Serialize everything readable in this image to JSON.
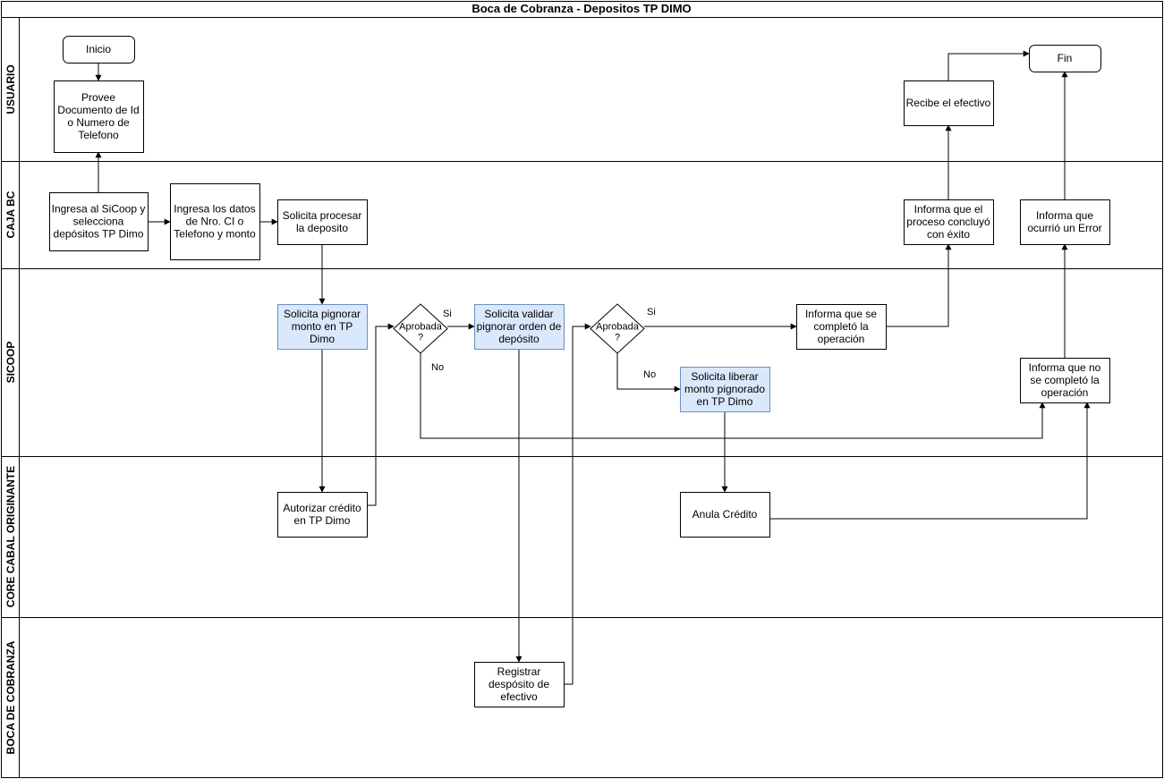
{
  "title": "Boca de Cobranza - Depositos TP DIMO",
  "colors": {
    "stroke": "#000000",
    "highlight_fill": "#dae8fc",
    "highlight_stroke": "#6c8ebf",
    "background": "#ffffff"
  },
  "lanes": [
    {
      "id": "usuario",
      "label": "USUARIO"
    },
    {
      "id": "caja_bc",
      "label": "CAJA BC"
    },
    {
      "id": "sicoop",
      "label": "SICOOP"
    },
    {
      "id": "core_cabal",
      "label": "CORE CABAL ORIGINANTE"
    },
    {
      "id": "boca_cobranza",
      "label": "BOCA DE COBRANZA"
    }
  ],
  "nodes": {
    "inicio": {
      "lane": "usuario",
      "shape": "terminal",
      "lines": [
        "Inicio"
      ]
    },
    "provee": {
      "lane": "usuario",
      "shape": "process",
      "lines": [
        "Provee",
        "Documento de Id",
        "o Numero de",
        "Telefono"
      ]
    },
    "recibe": {
      "lane": "usuario",
      "shape": "process",
      "lines": [
        "Recibe el efectivo"
      ]
    },
    "fin": {
      "lane": "usuario",
      "shape": "terminal",
      "lines": [
        "Fin"
      ]
    },
    "ingresa_sicoop": {
      "lane": "caja_bc",
      "shape": "process",
      "lines": [
        "Ingresa al SiCoop y",
        "selecciona",
        "depósitos TP Dimo"
      ]
    },
    "ingresa_datos": {
      "lane": "caja_bc",
      "shape": "process",
      "lines": [
        "Ingresa los datos",
        "de Nro. CI o",
        "Telefono y monto"
      ]
    },
    "solicita_procesar": {
      "lane": "caja_bc",
      "shape": "process",
      "lines": [
        "Solicita procesar",
        "la deposito"
      ]
    },
    "informa_exito": {
      "lane": "caja_bc",
      "shape": "process",
      "lines": [
        "Informa que el",
        "proceso concluyó",
        "con éxito"
      ]
    },
    "informa_error": {
      "lane": "caja_bc",
      "shape": "process",
      "lines": [
        "Informa que",
        "ocurrió un Error"
      ]
    },
    "solicita_pignorar": {
      "lane": "sicoop",
      "shape": "process",
      "highlight": true,
      "lines": [
        "Solicita pignorar",
        "monto en TP",
        "Dimo"
      ]
    },
    "aprobada1": {
      "lane": "sicoop",
      "shape": "decision",
      "lines": [
        "Aprobada",
        "?"
      ]
    },
    "solicita_validar": {
      "lane": "sicoop",
      "shape": "process",
      "highlight": true,
      "lines": [
        "Solicita validar",
        "pignorar orden de",
        "depósito"
      ]
    },
    "aprobada2": {
      "lane": "sicoop",
      "shape": "decision",
      "lines": [
        "Aprobada",
        "?"
      ]
    },
    "informa_completo": {
      "lane": "sicoop",
      "shape": "process",
      "lines": [
        "Informa que se",
        "completó la",
        "operación"
      ]
    },
    "solicita_liberar": {
      "lane": "sicoop",
      "shape": "process",
      "highlight": true,
      "lines": [
        "Solicita liberar",
        "monto pignorado",
        "en TP Dimo"
      ]
    },
    "informa_no_completo": {
      "lane": "sicoop",
      "shape": "process",
      "lines": [
        "Informa que no",
        "se completó la",
        "operación"
      ]
    },
    "autorizar": {
      "lane": "core_cabal",
      "shape": "process",
      "lines": [
        "Autorizar crédito",
        "en TP Dimo"
      ]
    },
    "anula": {
      "lane": "core_cabal",
      "shape": "process",
      "lines": [
        "Anula Crédito"
      ]
    },
    "registrar": {
      "lane": "boca_cobranza",
      "shape": "process",
      "lines": [
        "Registrar",
        "despósito de",
        "efectivo"
      ]
    }
  },
  "edges": [
    {
      "from": "inicio",
      "to": "provee"
    },
    {
      "from": "ingresa_sicoop",
      "to": "provee"
    },
    {
      "from": "ingresa_sicoop",
      "to": "ingresa_datos"
    },
    {
      "from": "ingresa_datos",
      "to": "solicita_procesar"
    },
    {
      "from": "solicita_procesar",
      "to": "solicita_pignorar"
    },
    {
      "from": "solicita_pignorar",
      "to": "autorizar"
    },
    {
      "from": "autorizar",
      "to": "aprobada1"
    },
    {
      "from": "aprobada1",
      "to": "solicita_validar",
      "label": "Si"
    },
    {
      "from": "aprobada1",
      "to": "informa_no_completo",
      "label": "No"
    },
    {
      "from": "solicita_validar",
      "to": "registrar"
    },
    {
      "from": "registrar",
      "to": "aprobada2"
    },
    {
      "from": "aprobada2",
      "to": "informa_completo",
      "label": "Si"
    },
    {
      "from": "aprobada2",
      "to": "solicita_liberar",
      "label": "No"
    },
    {
      "from": "solicita_liberar",
      "to": "anula"
    },
    {
      "from": "anula",
      "to": "informa_no_completo"
    },
    {
      "from": "informa_completo",
      "to": "informa_exito"
    },
    {
      "from": "informa_exito",
      "to": "recibe"
    },
    {
      "from": "recibe",
      "to": "fin"
    },
    {
      "from": "informa_no_completo",
      "to": "informa_error"
    },
    {
      "from": "informa_error",
      "to": "fin"
    }
  ]
}
